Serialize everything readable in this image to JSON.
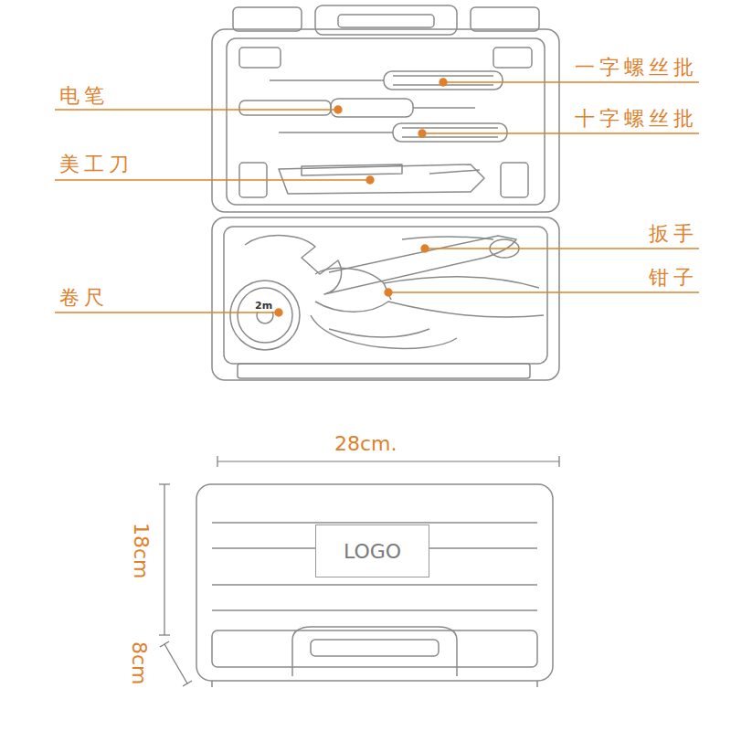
{
  "diagram": {
    "nodes": [
      {
        "text": [
          "LOGO"
        ]
      }
    ],
    "labels": [
      "电笔",
      "一字螺丝批",
      "十字螺丝批",
      "美工刀",
      "扳手",
      "卷尺",
      "钳子",
      "2m",
      "28cm.",
      "18cm",
      "8cm"
    ]
  }
}
